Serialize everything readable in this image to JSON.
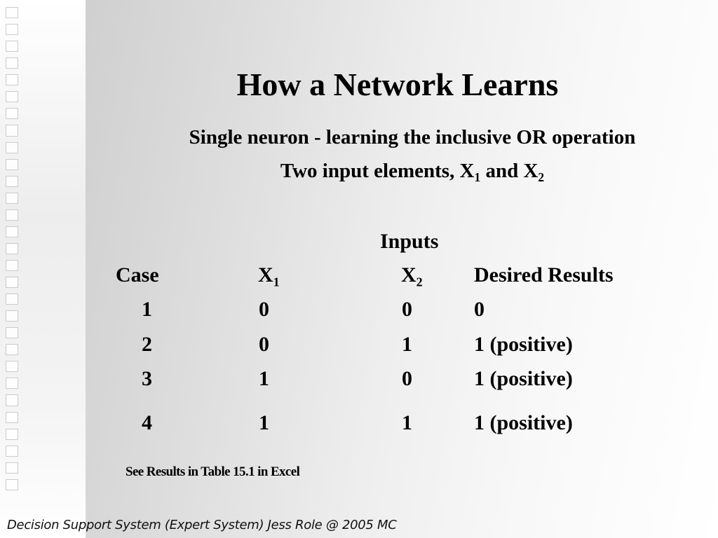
{
  "slide": {
    "title": "How a Network Learns",
    "subtitle_line1": "Single neuron - learning the inclusive OR operation",
    "subtitle_line2_prefix": "Two input elements, X",
    "subtitle_line2_sub1": "1",
    "subtitle_line2_middle": " and X",
    "subtitle_line2_sub2": "2"
  },
  "table": {
    "group_header": "Inputs",
    "headers": {
      "case": "Case",
      "x1_base": "X",
      "x1_sub": "1",
      "x2_base": "X",
      "x2_sub": "2",
      "desired": "Desired Results"
    },
    "rows": [
      {
        "case": "1",
        "x1": "0",
        "x2": "0",
        "desired": "0"
      },
      {
        "case": "2",
        "x1": "0",
        "x2": "1",
        "desired": "1 (positive)"
      },
      {
        "case": "3",
        "x1": "1",
        "x2": "0",
        "desired": "1 (positive)"
      },
      {
        "case": "4",
        "x1": "1",
        "x2": "1",
        "desired": "1 (positive)"
      }
    ]
  },
  "footnote": "See Results in Table 15.1 in Excel",
  "footer": "Decision Support System (Expert System) Jess Role @ 2005 MC"
}
